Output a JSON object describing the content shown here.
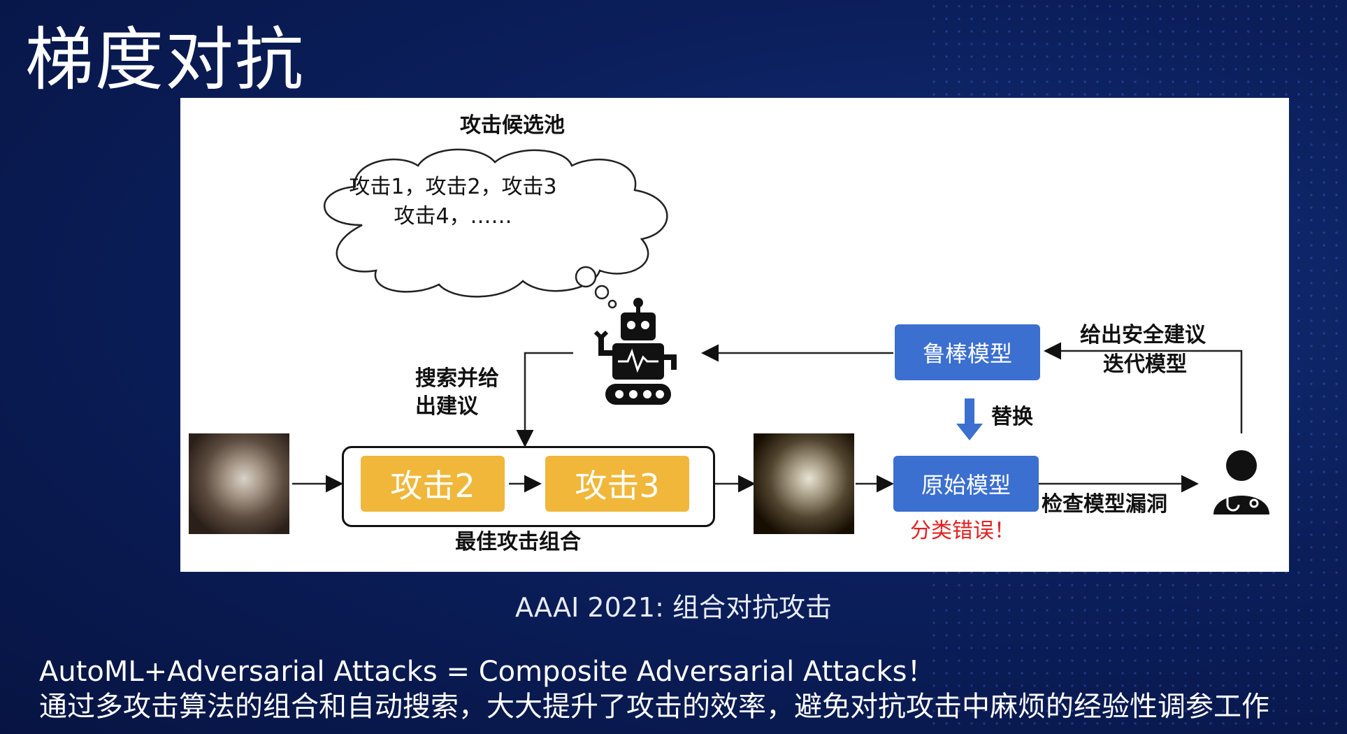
{
  "slide": {
    "title": "梯度对抗",
    "caption": "AAAI 2021: 组合对抗攻击",
    "footer_line1": "AutoML+Adversarial Attacks = Composite Adversarial Attacks！",
    "footer_line2": "通过多攻击算法的组合和自动搜索，大大提升了攻击的效率，避免对抗攻击中麻烦的经验性调参工作"
  },
  "diagram": {
    "pool_title": "攻击候选池",
    "pool_line1": "攻击1，攻击2，攻击3",
    "pool_line2": "攻击4，……",
    "search_label_1": "搜索并给",
    "search_label_2": "出建议",
    "attack_a": "攻击2",
    "attack_b": "攻击3",
    "best_combo_label": "最佳攻击组合",
    "robust_model": "鲁棒模型",
    "original_model": "原始模型",
    "replace_label": "替换",
    "misclassified": "分类错误！",
    "check_label": "检查模型漏洞",
    "advice_label_1": "给出安全建议",
    "advice_label_2": "迭代模型",
    "robot_icon": "robot-icon",
    "person_icon": "doctor-icon",
    "colors": {
      "blue_box": "#3b6fd0",
      "yellow_box": "#f0b73a",
      "error_text": "#e02020",
      "background": "#0b1f5c"
    }
  }
}
